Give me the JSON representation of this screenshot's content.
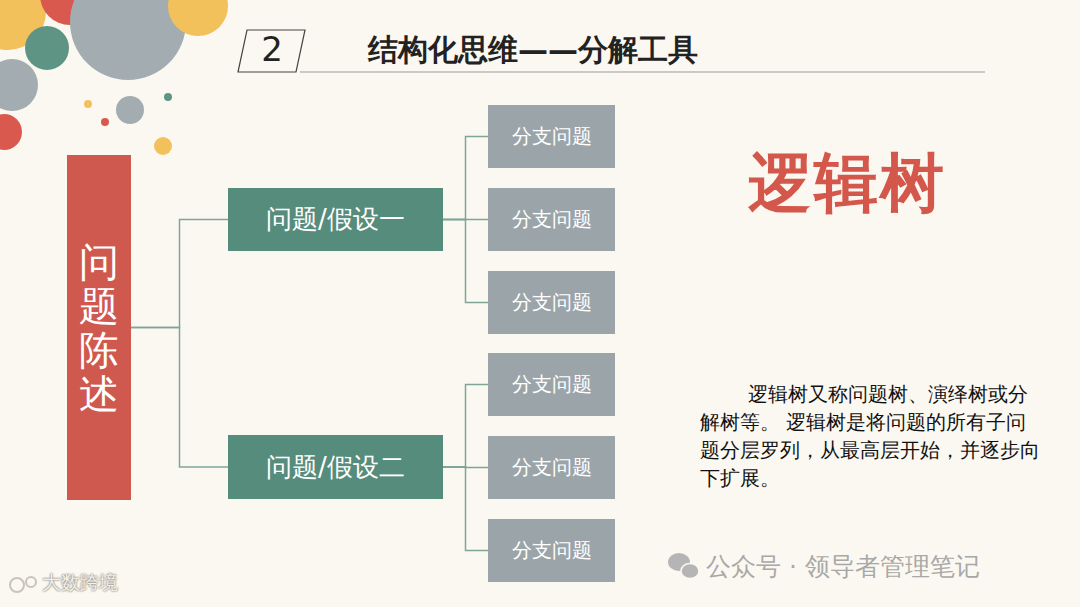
{
  "diagram": {
    "title": "结构化思维——分解工具",
    "nodes": [
      {
        "text": [
          "问题陈述"
        ]
      },
      {
        "text": [
          "问题/假设一"
        ]
      },
      {
        "text": [
          "分支问题"
        ]
      },
      {
        "text": [
          "分支问题"
        ]
      },
      {
        "text": [
          "分支问题"
        ]
      },
      {
        "text": [
          "问题/假设二"
        ]
      },
      {
        "text": [
          "分支问题"
        ]
      },
      {
        "text": [
          "分支问题"
        ]
      },
      {
        "text": [
          "分支问题"
        ]
      }
    ],
    "edges": [
      {
        "from": 0,
        "to": 1,
        "arrow": "none"
      },
      {
        "from": 0,
        "to": 5,
        "arrow": "none"
      },
      {
        "from": 1,
        "to": 2,
        "arrow": "none"
      },
      {
        "from": 1,
        "to": 3,
        "arrow": "none"
      },
      {
        "from": 1,
        "to": 4,
        "arrow": "none"
      },
      {
        "from": 5,
        "to": 6,
        "arrow": "none"
      },
      {
        "from": 5,
        "to": 7,
        "arrow": "none"
      },
      {
        "from": 5,
        "to": 8,
        "arrow": "none"
      }
    ],
    "labels": [
      "2",
      "逻辑树",
      "逻辑树又称问题树、演绎树或分解树等。 逻辑树是将问题的所有子问题分层罗列，从最高层开始，并逐步向下扩展。",
      "公众号 · 领导者管理笔记",
      "大数跨境"
    ]
  }
}
